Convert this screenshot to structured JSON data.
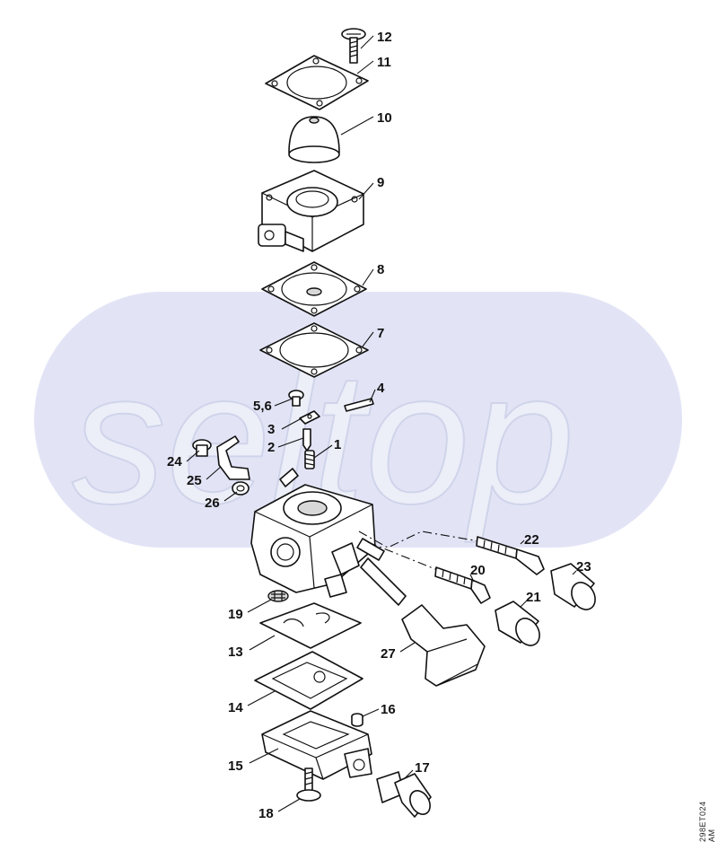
{
  "watermark": "seltop",
  "drawing_code": "298ET024 AM",
  "labels": {
    "p12": "12",
    "p11": "11",
    "p10": "10",
    "p9": "9",
    "p8": "8",
    "p7": "7",
    "p4": "4",
    "p56": "5,6",
    "p3": "3",
    "p2": "2",
    "p1": "1",
    "p24": "24",
    "p25": "25",
    "p26": "26",
    "p22": "22",
    "p23": "23",
    "p20": "20",
    "p21": "21",
    "p19": "19",
    "p13": "13",
    "p27": "27",
    "p14": "14",
    "p16": "16",
    "p15": "15",
    "p17": "17",
    "p18": "18"
  }
}
